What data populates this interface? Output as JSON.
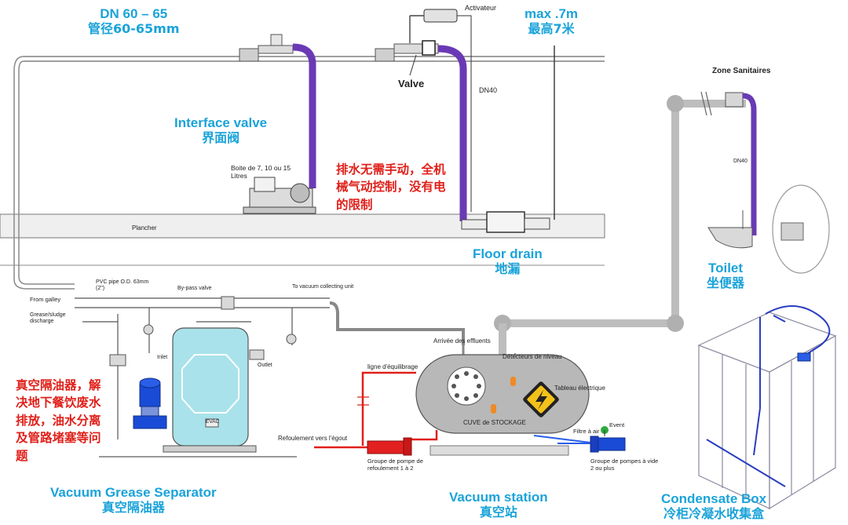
{
  "labels": {
    "dn_size": "DN 60 – 65",
    "dn_size_zh": "管径60-65mm",
    "activator": "Activateur",
    "max_height": "max .7m",
    "max_height_zh": "最高7米",
    "valve": "Valve",
    "dn40_center": "DN40",
    "zone_sanitaires": "Zone Sanitaires",
    "dn40_right": "DN40",
    "interface_valve": "Interface valve",
    "interface_valve_zh": "界面阀",
    "boite": "Boite de 7, 10 ou 15 Litres",
    "no_power_note": "排水无需手动，全机械气动控制，没有电的限制",
    "plancher": "Plancher",
    "floor_drain": "Floor drain",
    "floor_drain_zh": "地漏",
    "toilet": "Toilet",
    "toilet_zh": "坐便器",
    "pvc_pipe": "PVC pipe O.D. 63mm (2\")",
    "bypass_valve": "By-pass valve",
    "to_vacuum": "To vacuum collecting unit",
    "from_galley": "From galley",
    "grease_discharge": "Grease/sludge discharge",
    "inlet": "Inlet",
    "outlet": "Outlet",
    "evac": "EVAC",
    "separator_note": "真空隔油器，解决地下餐饮废水排放，油水分离及管路堵塞等问题",
    "arrivee": "Arrivée des effluents",
    "detecteurs": "Détecteurs de niveau",
    "equilibrage": "ligne d'équilibrage",
    "tableau": "Tableau électrique",
    "cuve": "CUVE de STOCKAGE",
    "refoulement_egout": "Refoulement vers l'égout",
    "groupe_refoulement": "Groupe de pompe de refoulement 1 à 2",
    "filtre": "Filtre à air",
    "event": "Event",
    "groupe_vide": "Groupe de pompes à vide 2 ou plus",
    "vgs": "Vacuum Grease Separator",
    "vgs_zh": "真空隔油器",
    "vacuum_station": "Vacuum station",
    "vacuum_station_zh": "真空站",
    "condensate_box": "Condensate Box",
    "condensate_box_zh": "冷柜冷凝水收集盒"
  },
  "colors": {
    "label_cyan": "#1aa3d9",
    "note_red": "#e0201a",
    "riser_purple": "#6a3ab5",
    "pipe_gray": "#bdbdbd",
    "tank_gray": "#b8b8b8",
    "separator_teal": "#a9e2ea",
    "pump_blue": "#1a4bd6",
    "pump_red": "#e32020",
    "line_red": "#e0201a"
  },
  "icons": {
    "tableau": "lightning-warning-icon"
  }
}
